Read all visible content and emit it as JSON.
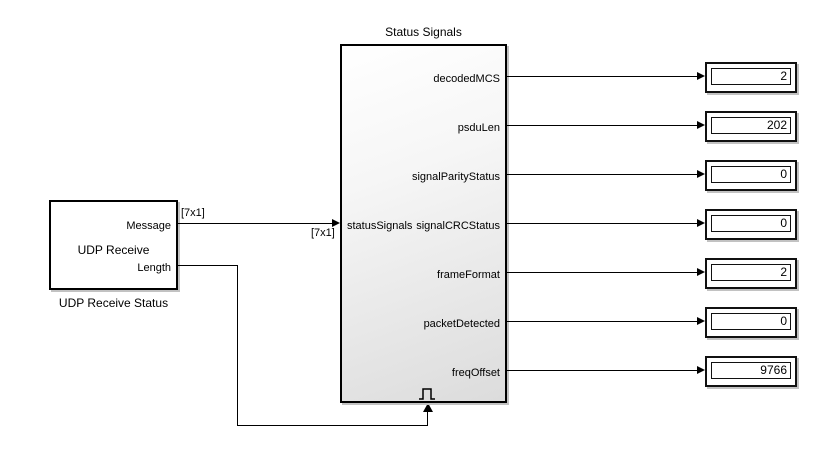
{
  "diagram_type": "simulink-block-diagram",
  "udp_block": {
    "inner_text": "UDP Receive",
    "label": "UDP Receive Status",
    "ports": {
      "message": "Message",
      "length": "Length"
    }
  },
  "subsystem": {
    "title": "Status Signals",
    "input_port": "statusSignals",
    "output_ports": [
      "decodedMCS",
      "psduLen",
      "signalParityStatus",
      "signalCRCStatus",
      "frameFormat",
      "packetDetected",
      "freqOffset"
    ]
  },
  "displays": [
    "2",
    "202",
    "0",
    "0",
    "2",
    "0",
    "9766"
  ],
  "signal_labels": {
    "message_dim": "[7x1]",
    "input_dim": "[7x1]"
  },
  "colors": {
    "background": "#ffffff",
    "wire": "#000000",
    "block_border": "#000000",
    "subsystem_fill_top": "#ffffff",
    "subsystem_fill_bottom": "#dcdcdc",
    "shadow": "#c2c2c2"
  }
}
